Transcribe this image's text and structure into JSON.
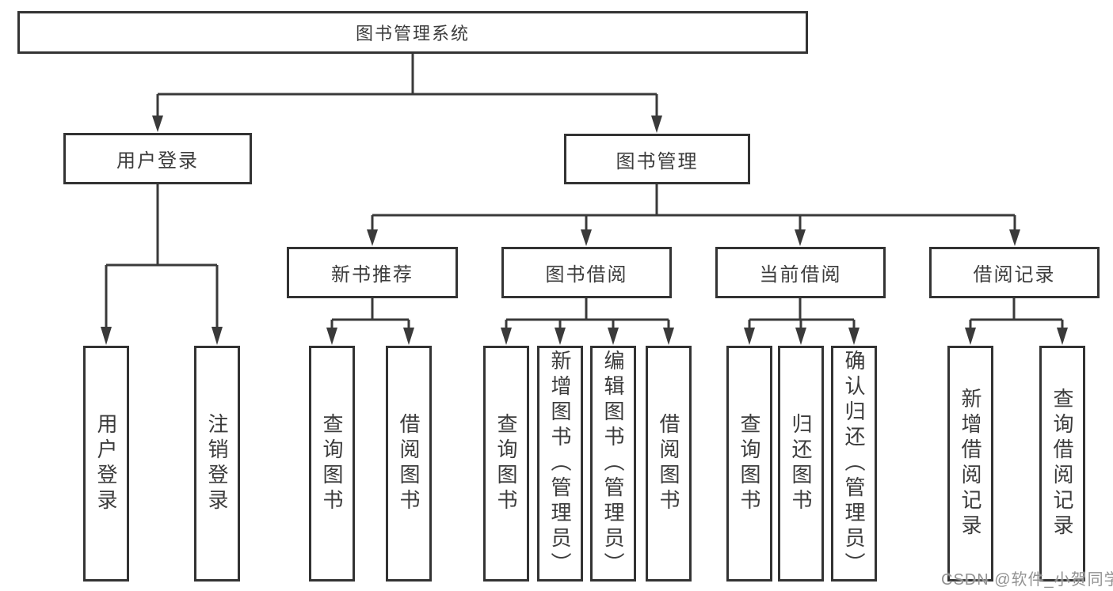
{
  "diagram_title": "图书管理系统",
  "nodes": {
    "root": {
      "label": "图书管理系统"
    },
    "level2": [
      {
        "label": "用户登录"
      },
      {
        "label": "图书管理"
      }
    ],
    "level3": [
      {
        "label": "新书推荐"
      },
      {
        "label": "图书借阅"
      },
      {
        "label": "当前借阅"
      },
      {
        "label": "借阅记录"
      }
    ],
    "leaves": {
      "user_login": [
        {
          "label": "用户登录"
        },
        {
          "label": "注销登录"
        }
      ],
      "new_book_recommend": [
        {
          "label": "查询图书"
        },
        {
          "label": "借阅图书"
        }
      ],
      "book_borrow": [
        {
          "label": "查询图书"
        },
        {
          "label": "新增图书（管理员）"
        },
        {
          "label": "编辑图书（管理员）"
        },
        {
          "label": "借阅图书"
        }
      ],
      "current_borrow": [
        {
          "label": "查询图书"
        },
        {
          "label": "归还图书"
        },
        {
          "label": "确认归还（管理员）"
        }
      ],
      "borrow_record": [
        {
          "label": "新增借阅记录"
        },
        {
          "label": "查询借阅记录"
        }
      ]
    }
  },
  "watermark": {
    "text": "CSDN @软件_小贺同学",
    "color": "#929292"
  },
  "colors": {
    "line": "#3a3a3a",
    "border": "#333333",
    "text": "#3c3c3c",
    "background": "#ffffff"
  }
}
